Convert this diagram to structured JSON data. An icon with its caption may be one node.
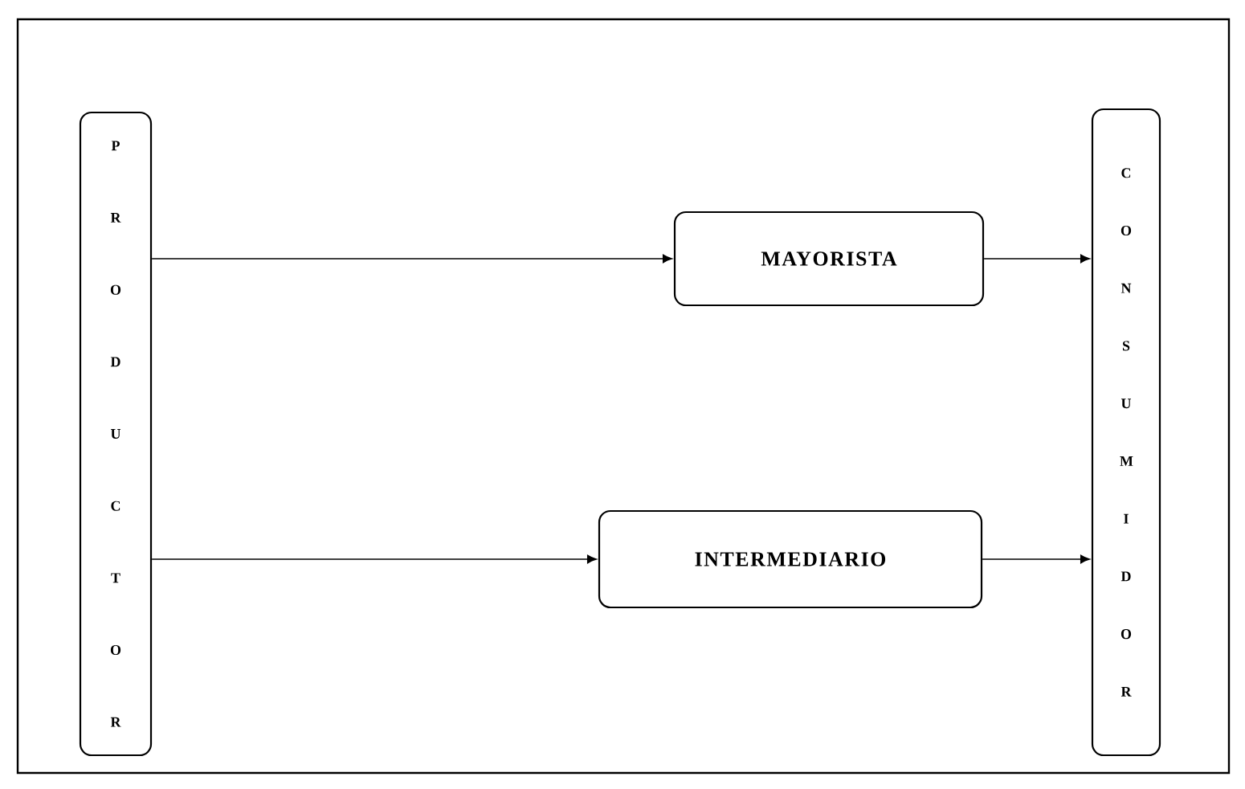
{
  "diagram": {
    "nodes": [
      {
        "text": [
          "P R O D U C T O R"
        ]
      },
      {
        "text": [
          "MAYORISTA"
        ]
      },
      {
        "text": [
          "INTERMEDIARIO"
        ]
      },
      {
        "text": [
          "C O N S U M I D O R"
        ]
      }
    ],
    "edges": [
      {
        "from": 0,
        "to": 1,
        "arrow": "to"
      },
      {
        "from": 1,
        "to": 3,
        "arrow": "to"
      },
      {
        "from": 0,
        "to": 2,
        "arrow": "to"
      },
      {
        "from": 2,
        "to": 3,
        "arrow": "to"
      }
    ]
  }
}
